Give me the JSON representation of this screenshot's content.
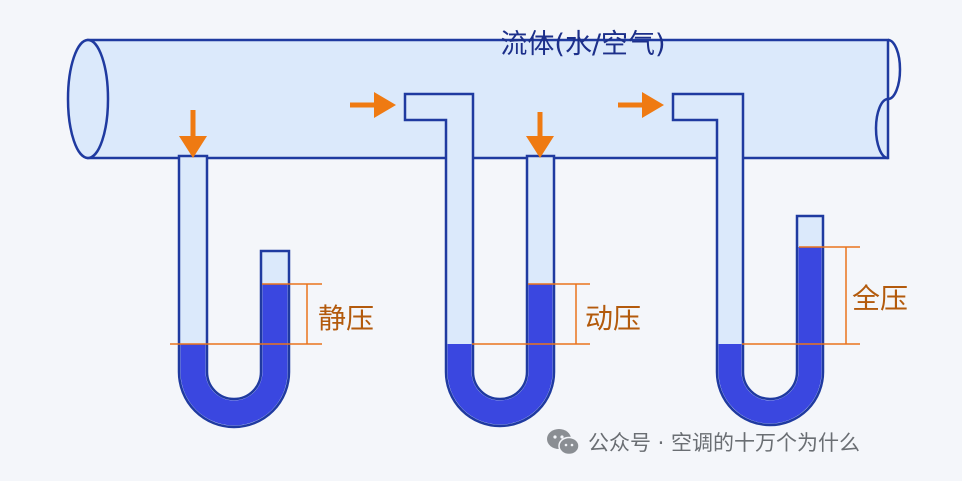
{
  "pipe": {
    "label": "流体(水/空气)"
  },
  "gauges": [
    {
      "id": "static",
      "label": "静压"
    },
    {
      "id": "dynamic",
      "label": "动压"
    },
    {
      "id": "total",
      "label": "全压"
    }
  ],
  "watermark": {
    "text": "公众号 · 空调的十万个为什么",
    "icon": "wechat-icon"
  },
  "colors": {
    "background": "#f4f6fa",
    "pipe_fill": "#dbe9fb",
    "outline": "#1f3aa0",
    "liquid": "#3a47e0",
    "arrow": "#ef7a12",
    "level_line": "#e9731d",
    "label_text": "#b35a0c"
  }
}
